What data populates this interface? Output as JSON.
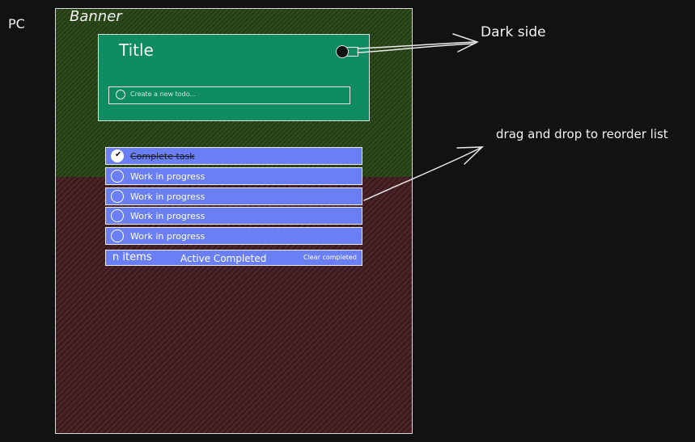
{
  "labels": {
    "platform": "PC",
    "banner": "Banner"
  },
  "annotations": {
    "dark_side": "Dark side",
    "drag_drop": "drag and drop to reorder list"
  },
  "app": {
    "title": "Title",
    "input_placeholder": "Create a new todo..."
  },
  "todos": [
    {
      "text": "Complete task",
      "completed": true
    },
    {
      "text": "Work in progress",
      "completed": false
    },
    {
      "text": "Work in progress",
      "completed": false
    },
    {
      "text": "Work in progress",
      "completed": false
    },
    {
      "text": "Work in progress",
      "completed": false
    }
  ],
  "footer": {
    "items_left": "n items",
    "filters": "Active Completed",
    "clear": "Clear completed"
  },
  "colors": {
    "background": "#121212",
    "banner": "#2c4a1a",
    "body": "#4a2326",
    "card": "#0f8c62",
    "todo": "#6b7ff5"
  },
  "icons": [
    "toggle-switch-icon",
    "circle-checkbox-icon",
    "checkmark-icon",
    "arrow-icon"
  ]
}
